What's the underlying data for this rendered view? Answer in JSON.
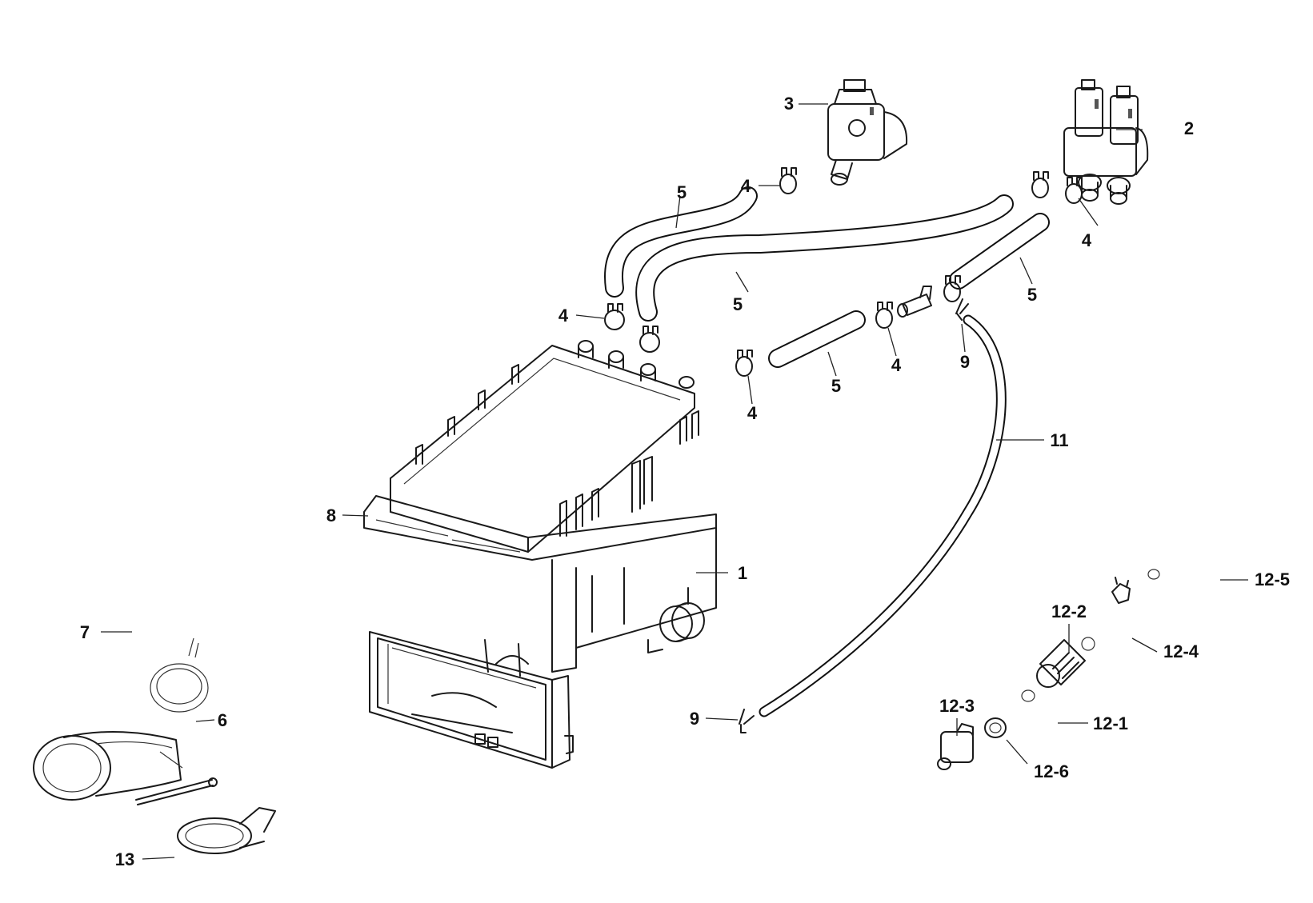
{
  "callouts": {
    "c1": "1",
    "c2": "2",
    "c3": "3",
    "c4a": "4",
    "c4b": "4",
    "c4c": "4",
    "c4d": "4",
    "c4e": "4",
    "c5a": "5",
    "c5b": "5",
    "c5c": "5",
    "c5d": "5",
    "c6": "6",
    "c7": "7",
    "c8": "8",
    "c9a": "9",
    "c9b": "9",
    "c11": "11",
    "c12_1": "12-1",
    "c12_2": "12-2",
    "c12_3": "12-3",
    "c12_4": "12-4",
    "c12_5": "12-5",
    "c12_6": "12-6",
    "c13": "13"
  }
}
